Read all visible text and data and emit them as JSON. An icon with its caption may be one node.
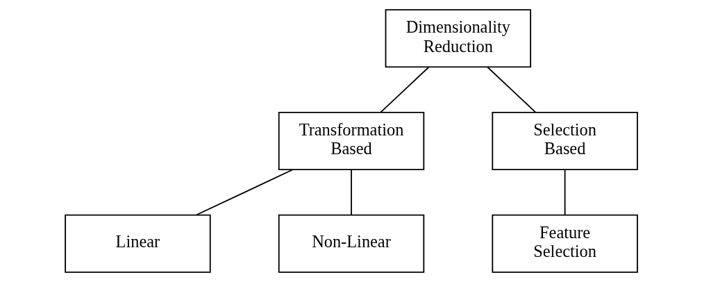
{
  "diagram": {
    "nodes": [
      {
        "text": [
          "Dimensionality Reduction"
        ]
      },
      {
        "text": [
          "Transformation Based"
        ]
      },
      {
        "text": [
          "Selection Based"
        ]
      },
      {
        "text": [
          "Linear"
        ]
      },
      {
        "text": [
          "Non-Linear"
        ]
      },
      {
        "text": [
          "Feature Selection"
        ]
      }
    ],
    "edges": [
      {
        "from": 0,
        "to": 1,
        "arrow": "none"
      },
      {
        "from": 0,
        "to": 2,
        "arrow": "none"
      },
      {
        "from": 1,
        "to": 3,
        "arrow": "none"
      },
      {
        "from": 1,
        "to": 4,
        "arrow": "none"
      },
      {
        "from": 2,
        "to": 5,
        "arrow": "none"
      }
    ]
  }
}
